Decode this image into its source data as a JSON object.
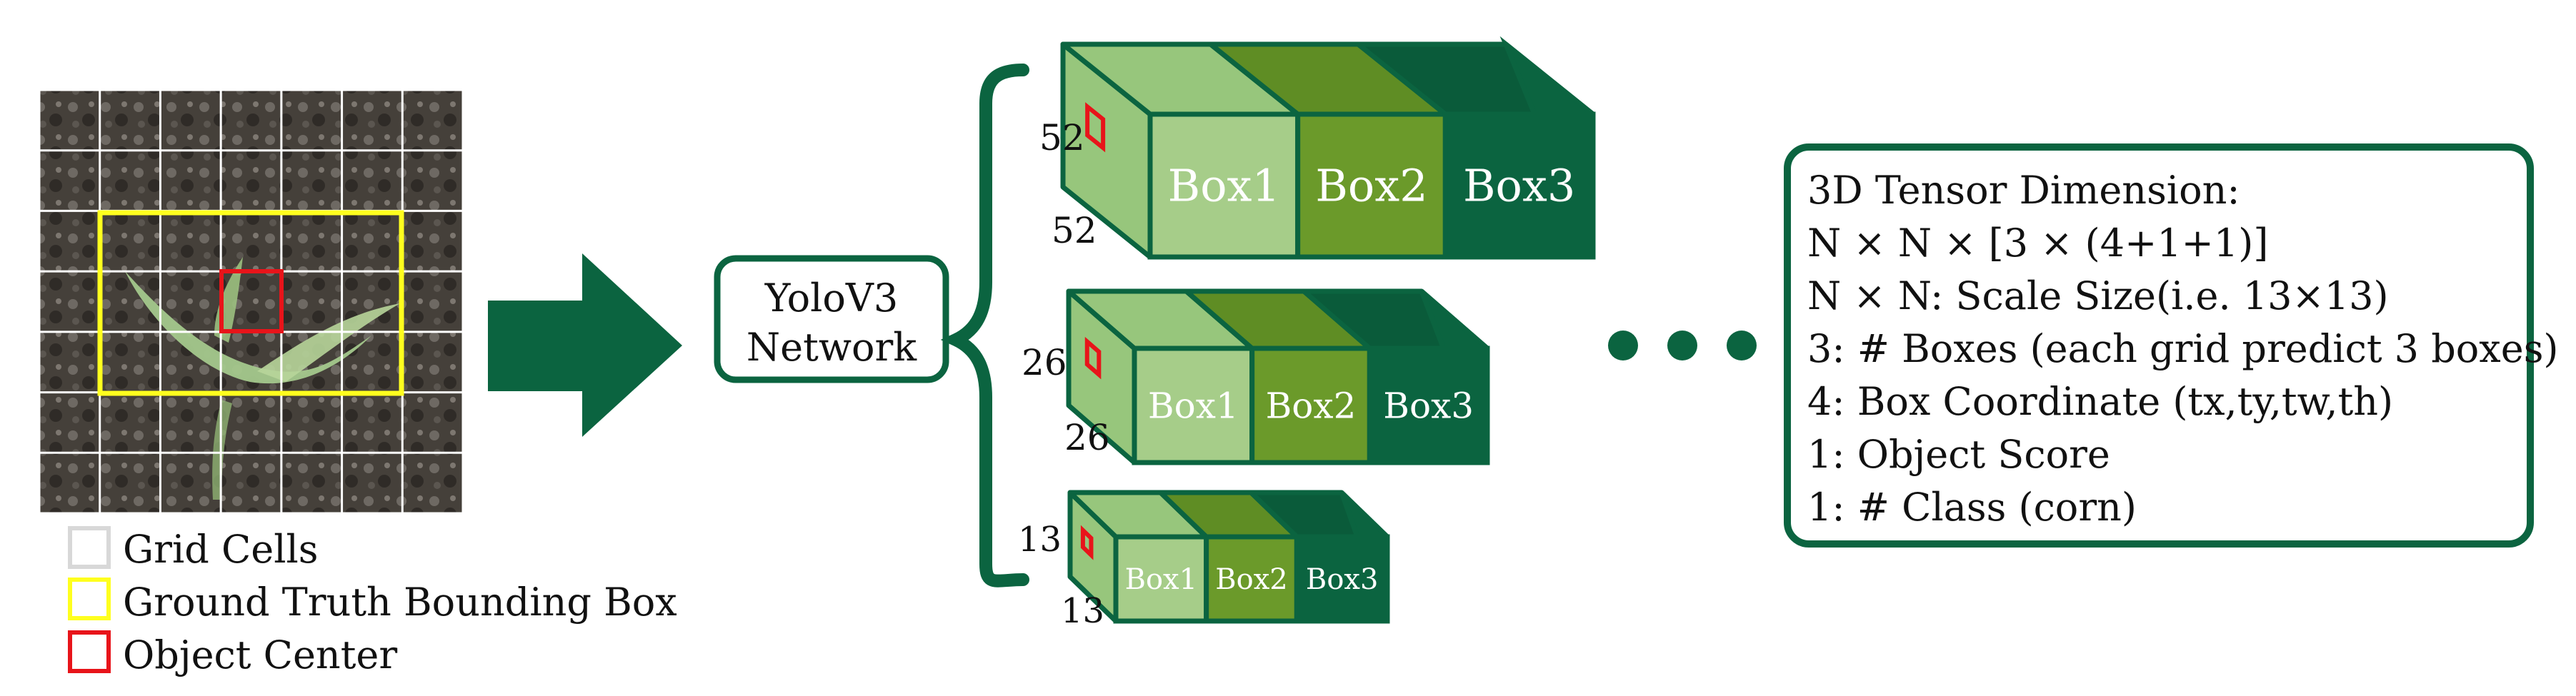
{
  "colors": {
    "dark_green": "#0b6440",
    "mid_green": "#6b9a2a",
    "light_green": "#a6cd89",
    "light_green_top": "#97c67c",
    "dark_green_top": "#0a5b3a",
    "mid_green_top": "#5f8d24",
    "grid_white": "#ffffff",
    "bbox_yellow": "#ffff1e",
    "center_red": "#e8141a",
    "soil_dark": "#3a3631",
    "soil_light": "#6e6963",
    "leaf_green": "#a4c88c",
    "text_dark": "#111111"
  },
  "legend": {
    "grid_cells": "Grid Cells",
    "ground_truth": "Ground Truth Bounding Box",
    "object_center": "Object Center"
  },
  "network": {
    "line1": "YoloV3",
    "line2": "Network"
  },
  "tensors": [
    {
      "height_label": "52",
      "depth_label": "52",
      "boxes": [
        "Box1",
        "Box2",
        "Box3"
      ]
    },
    {
      "height_label": "26",
      "depth_label": "26",
      "boxes": [
        "Box1",
        "Box2",
        "Box3"
      ]
    },
    {
      "height_label": "13",
      "depth_label": "13",
      "boxes": [
        "Box1",
        "Box2",
        "Box3"
      ]
    }
  ],
  "info": {
    "lines": [
      "3D Tensor Dimension:",
      "N × N × [3 × (4+1+1)]",
      "N × N: Scale Size(i.e. 13×13)",
      "3: # Boxes (each grid predict 3 boxes)",
      "4: Box Coordinate (tx,ty,tw,th)",
      "1: Object Score",
      "1: # Class (corn)"
    ]
  },
  "icons": {
    "arrow": "right-arrow-icon",
    "brace": "curly-brace-icon",
    "ellipsis": "ellipsis-dots-icon"
  }
}
